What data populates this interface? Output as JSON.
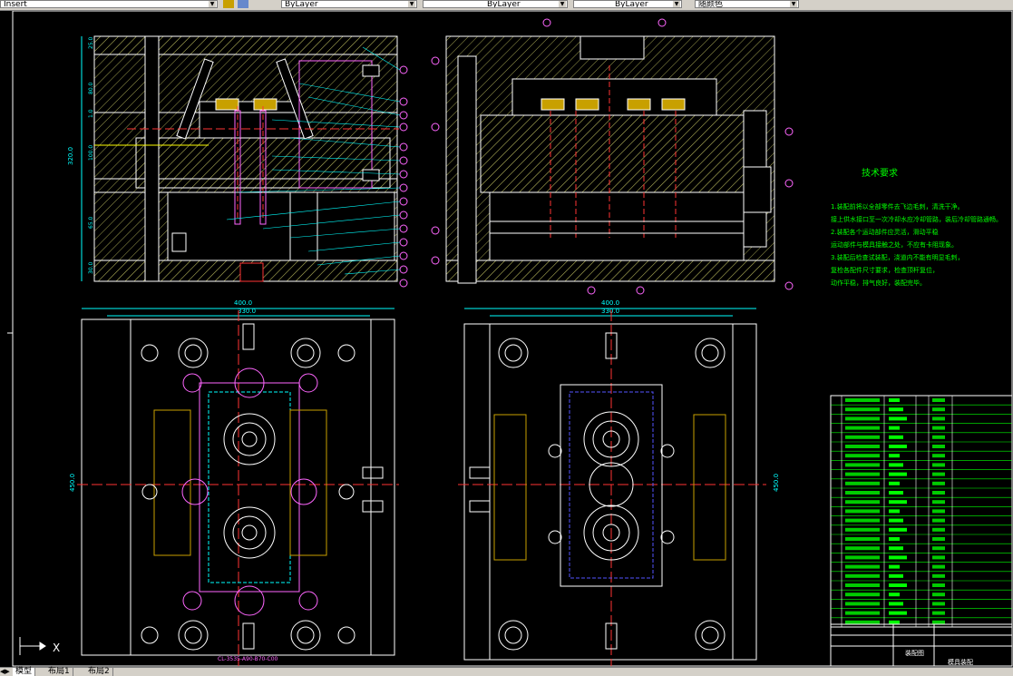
{
  "toolbar": {
    "layer_combo": "Insert",
    "linetype_combo": "ByLayer",
    "lineweight_combo": "ByLayer",
    "plotstyle_combo": "ByLayer",
    "color_combo": "随颜色"
  },
  "drawing": {
    "tech_title": "技术要求",
    "tech_lines": [
      "1.装配前将以全部零件去飞边毛刺，清洗干净。",
      "  接上供水接口至一次冷却水应冷却管路，装后冷却管路通畅。",
      "2.装配各个运动部件应灵活，滑动平稳",
      "  运动部件与模具接触之处，不应有卡阻现象。",
      "3.装配后检查试装配，浇道内不能有明显毛刺，",
      "  复检各配件尺寸要求，检查顶杆复位，",
      "  动作平稳，排气良好，装配完毕。"
    ],
    "dim_400_left": "400.0",
    "dim_330_left": "330.0",
    "dim_400_right": "400.0",
    "dim_330_right": "330.0",
    "dim_450_left": "450.0",
    "dim_450_right": "450.0",
    "dim_total_height": "320.0",
    "dim_v1": "25.0",
    "dim_v2": "80.0",
    "dim_v3": "1.0",
    "dim_v4": "100.0",
    "dim_v5": "65.0",
    "dim_v6": "30.0",
    "bottom_label": "CL-3535-A90-B70-C00",
    "title_block_name": "装配图",
    "title_block_name2": "模具装配"
  },
  "tabs": [
    "模型",
    "布局1",
    "布局2"
  ],
  "colors": {
    "hatch": "#c8c864",
    "outline": "#ffffff",
    "center": "#ff3333",
    "cyan": "#00ffff",
    "green": "#00ff00",
    "magenta": "#ff33ff",
    "yellow": "#ffff00",
    "blue": "#5555ff"
  }
}
